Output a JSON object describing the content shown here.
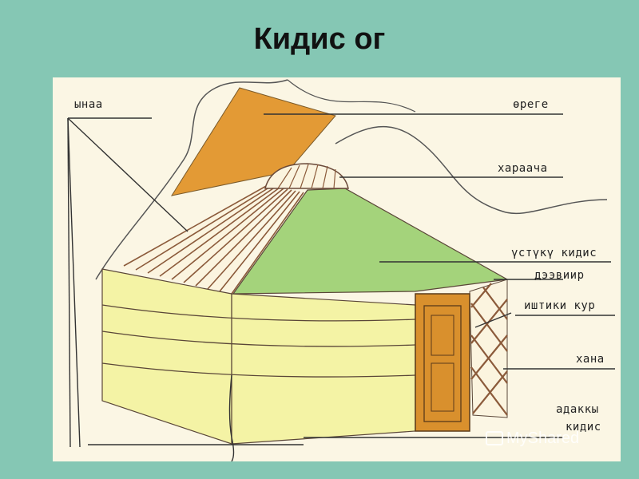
{
  "title": "Кидис ог",
  "labels": {
    "ynaa": "ынаа",
    "orege": "өреге",
    "haraacha": "хараача",
    "ustuku_kidis": "үстүкү кидис",
    "daeviir": "дээвиир",
    "ishtiki_kur": "иштики кур",
    "hana": "хана",
    "adakky_kidis_line1": "адаккы",
    "adakky_kidis_line2": "кидис"
  },
  "watermark": "MyShared",
  "colors": {
    "background": "#85c7b4",
    "paper": "#fbf6e4",
    "felt_top_orange": "#e39a35",
    "felt_top_green": "#a4d37b",
    "felt_wall_yellow": "#f4f3a5",
    "door": "#d9902d",
    "line": "#5a4638"
  }
}
